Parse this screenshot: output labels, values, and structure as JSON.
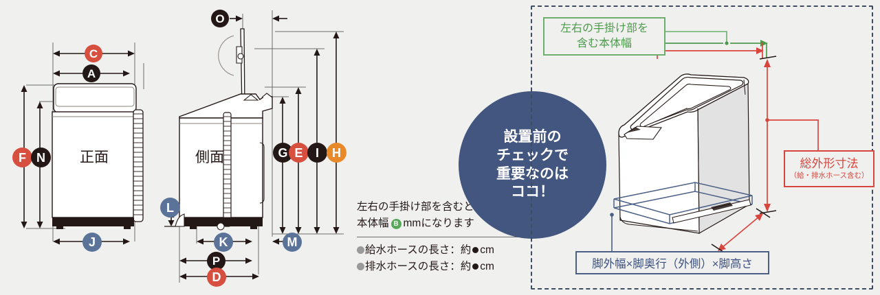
{
  "left_diagram": {
    "front_view_label": "正面",
    "side_view_label": "側面",
    "badges": [
      {
        "id": "O",
        "letter": "O",
        "color": "#231815"
      },
      {
        "id": "C",
        "letter": "C",
        "color": "#d74f3f"
      },
      {
        "id": "A",
        "letter": "A",
        "color": "#231815"
      },
      {
        "id": "F",
        "letter": "F",
        "color": "#d74f3f"
      },
      {
        "id": "N",
        "letter": "N",
        "color": "#231815"
      },
      {
        "id": "G",
        "letter": "G",
        "color": "#231815"
      },
      {
        "id": "E",
        "letter": "E",
        "color": "#d74f3f"
      },
      {
        "id": "I",
        "letter": "I",
        "color": "#231815"
      },
      {
        "id": "H",
        "letter": "H",
        "color": "#e8892a"
      },
      {
        "id": "L",
        "letter": "L",
        "color": "#5b7399"
      },
      {
        "id": "J",
        "letter": "J",
        "color": "#5b7399"
      },
      {
        "id": "K",
        "letter": "K",
        "color": "#5b7399"
      },
      {
        "id": "P",
        "letter": "P",
        "color": "#231815"
      },
      {
        "id": "D",
        "letter": "D",
        "color": "#d74f3f"
      },
      {
        "id": "M",
        "letter": "M",
        "color": "#5b7399"
      }
    ]
  },
  "center_note": {
    "line1": "左右の手掛け部を含むと",
    "line2_prefix": "本体幅",
    "line2_badge": "B",
    "line2_badge_color": "#58a957",
    "line2_suffix": "mmになります",
    "hose_items": [
      {
        "label": "給水ホースの長さ：",
        "approx": "約",
        "unit": "cm"
      },
      {
        "label": "排水ホースの長さ：",
        "approx": "約",
        "unit": "cm"
      }
    ]
  },
  "circle_callout": {
    "color": "#43567f",
    "lines": [
      "設置前の",
      "チェックで",
      "重要なのは",
      "ココ！"
    ]
  },
  "right_panel": {
    "border_color": "#3d4c63",
    "labels": {
      "width_green": {
        "lines": [
          "左右の手掛け部を",
          "含む本体幅"
        ],
        "color": "#4e9a4d",
        "border": "#6cae6b"
      },
      "overall_red": {
        "title": "総外形寸法",
        "subtitle": "（給・排水ホース含む）",
        "color": "#d9453c",
        "border": "#d9453c"
      },
      "legs_blue": {
        "text": "脚外幅×脚奥行（外側）×脚高さ",
        "color": "#3c5180",
        "border": "#4a5f85"
      }
    }
  }
}
